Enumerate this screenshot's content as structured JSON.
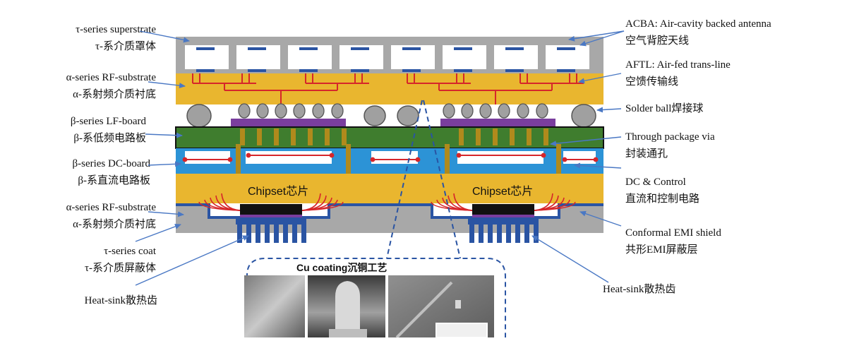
{
  "labels_left": [
    {
      "key": "tau_superstrate",
      "line1": "τ-series superstrate",
      "line2": "τ-系介质罩体"
    },
    {
      "key": "alpha_rf_top",
      "line1": "α-series RF-substrate",
      "line2": "α-系射频介质衬底"
    },
    {
      "key": "beta_lf",
      "line1": "β-series LF-board",
      "line2": "β-系低频电路板"
    },
    {
      "key": "beta_dc",
      "line1": "β-series DC-board",
      "line2": "β-系直流电路板"
    },
    {
      "key": "alpha_rf_bottom",
      "line1": "α-series RF-substrate",
      "line2": "α-系射频介质衬底"
    },
    {
      "key": "tau_coat",
      "line1": "τ-series coat",
      "line2": "τ-系介质屏蔽体"
    },
    {
      "key": "heatsink_left",
      "line1": "Heat-sink散热齿",
      "line2": ""
    }
  ],
  "labels_right": [
    {
      "key": "acba",
      "line1": "ACBA: Air-cavity backed antenna",
      "line2": "空气背腔天线"
    },
    {
      "key": "aftl",
      "line1": "AFTL: Air-fed trans-line",
      "line2": "空馈传输线"
    },
    {
      "key": "solder",
      "line1": "Solder ball焊接球",
      "line2": ""
    },
    {
      "key": "tpv",
      "line1": "Through package via",
      "line2": "封装通孔"
    },
    {
      "key": "dc_control",
      "line1": "DC & Control",
      "line2": "直流和控制电路"
    },
    {
      "key": "emi",
      "line1": "Conformal EMI shield",
      "line2": "共形EMI屏蔽层"
    },
    {
      "key": "heatsink_right",
      "line1": "Heat-sink散热齿",
      "line2": ""
    }
  ],
  "chipset_left": "Chipset芯片",
  "chipset_right": "Chipset芯片",
  "inset_title": "Cu coating沉铜工艺",
  "colors": {
    "gray": "#a8a8a8",
    "gold": "#e9b62f",
    "green": "#3f7d2e",
    "blue": "#2c93d6",
    "emi_blue": "#2a54a3",
    "purple": "#7a3e9e",
    "red": "#d6262a",
    "via": "#b08a1c",
    "arrow": "#4a78c4"
  }
}
